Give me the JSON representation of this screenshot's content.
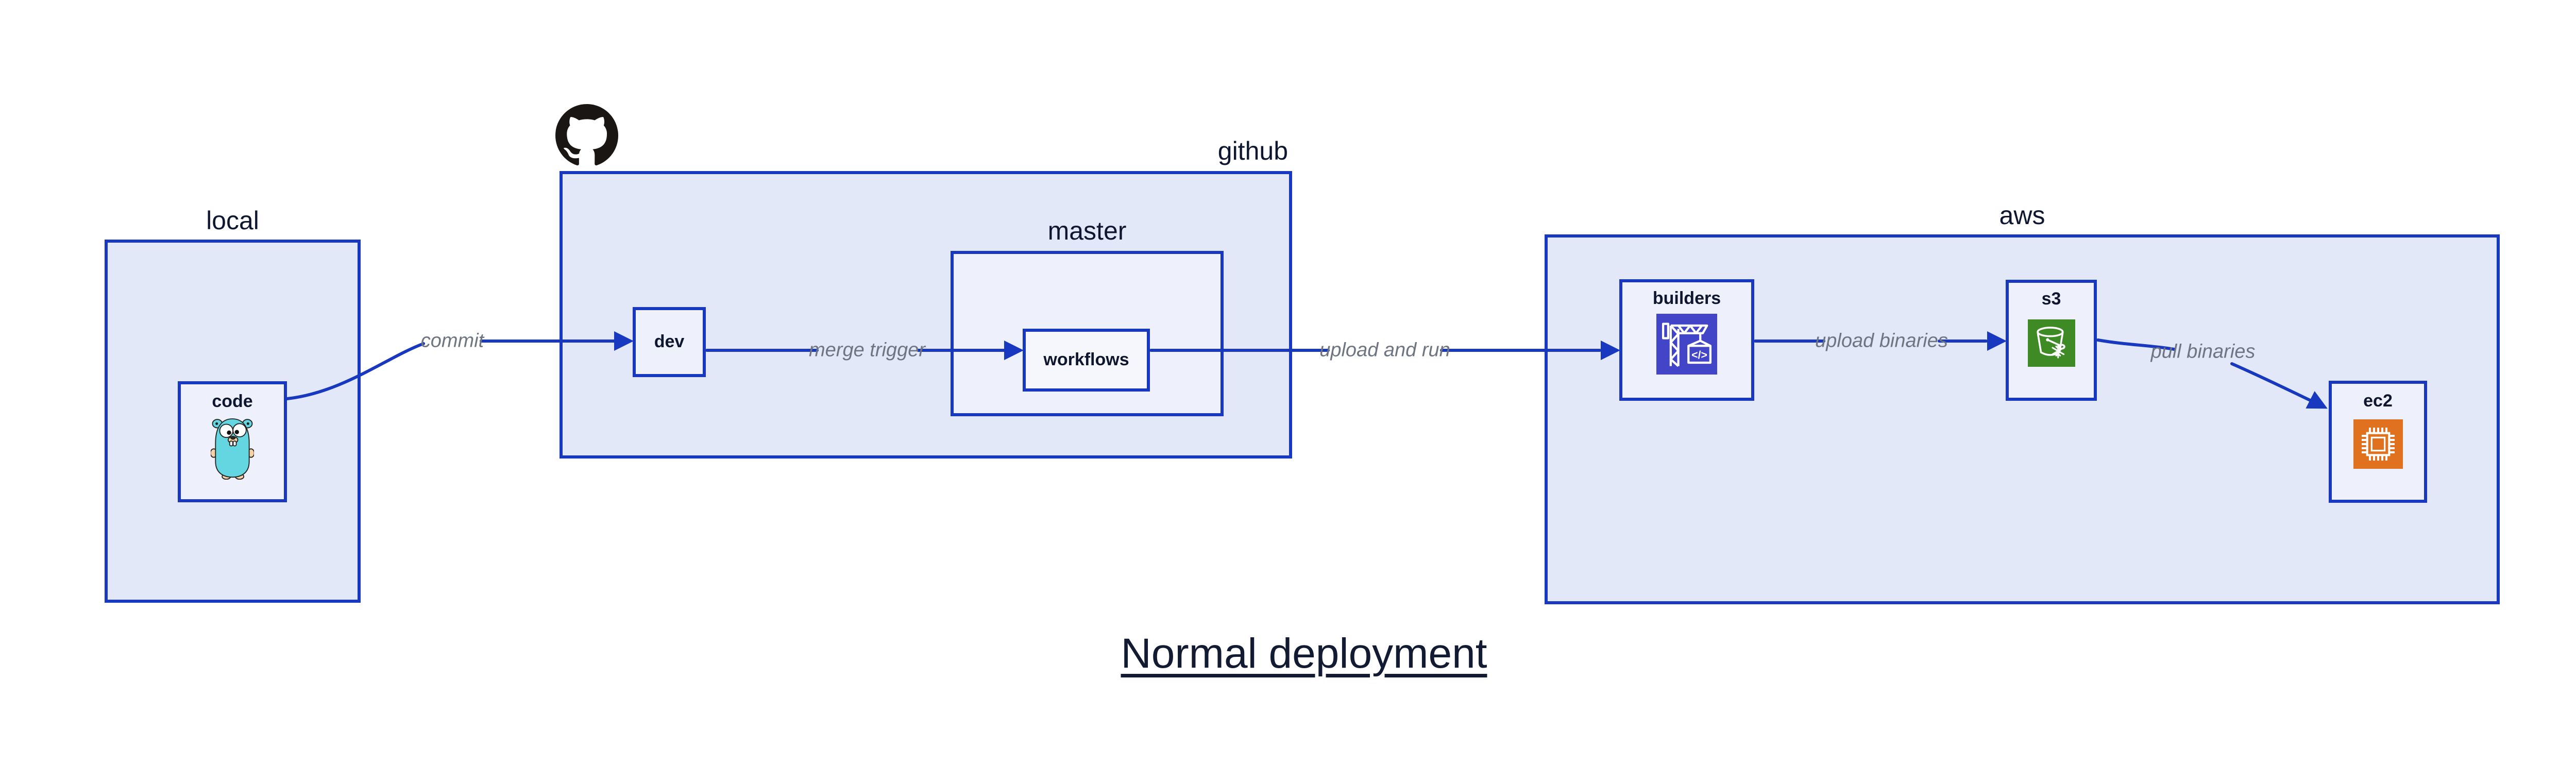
{
  "diagram_title": "Normal deployment",
  "groups": {
    "local": {
      "label": "local"
    },
    "github": {
      "label": "github",
      "logo": "github-octocat-logo"
    },
    "master": {
      "label": "master"
    },
    "aws": {
      "label": "aws"
    }
  },
  "nodes": {
    "code": {
      "label": "code",
      "icon": "go-gopher-icon"
    },
    "dev": {
      "label": "dev"
    },
    "workflows": {
      "label": "workflows"
    },
    "builders": {
      "label": "builders",
      "icon": "aws-codebuild-crane-icon"
    },
    "s3": {
      "label": "s3",
      "icon": "aws-s3-glacier-bucket-icon"
    },
    "ec2": {
      "label": "ec2",
      "icon": "aws-ec2-chip-icon"
    }
  },
  "edges": {
    "commit": {
      "label": "commit",
      "from": "code",
      "to": "dev"
    },
    "merge_trigger": {
      "label": "merge trigger",
      "from": "dev",
      "to": "workflows"
    },
    "upload_and_run": {
      "label": "upload and run",
      "from": "workflows",
      "to": "builders"
    },
    "upload_binaries": {
      "label": "upload binaries",
      "from": "builders",
      "to": "s3"
    },
    "pull_binaries": {
      "label": "pull binaries",
      "from": "s3",
      "to": "ec2"
    }
  },
  "colors": {
    "border_and_arrow_blue": "#1838c0",
    "group_fill": "#e2e8f8",
    "node_fill": "#eef1fb",
    "inner_node_fill": "#f5f7fd",
    "label_dark_navy": "#0f1730",
    "edge_label_gray": "#6e7480",
    "codebuild_purple": "#4345c9",
    "s3_glacier_green": "#3e8a25",
    "ec2_orange": "#e0721f",
    "gopher_teal": "#63d6e2",
    "octocat_black": "#191614"
  }
}
